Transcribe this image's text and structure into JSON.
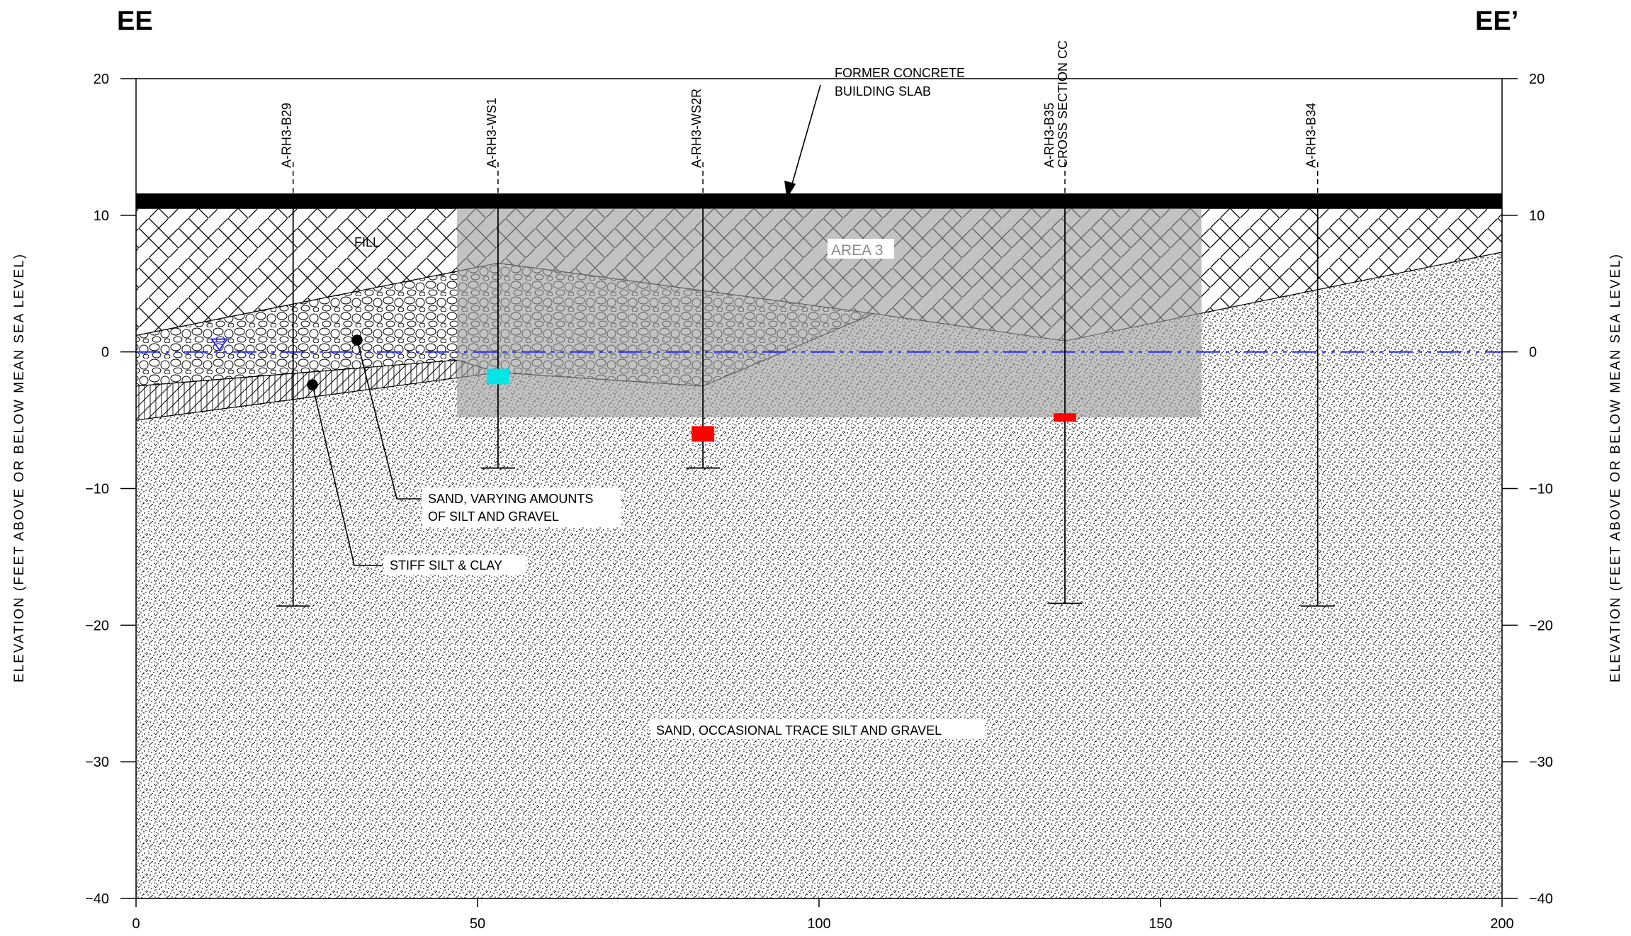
{
  "section": {
    "start_label": "EE",
    "end_label": "EE’"
  },
  "axes": {
    "y_title_left": "ELEVATION (FEET ABOVE OR BELOW MEAN SEA LEVEL)",
    "y_title_right": "ELEVATION (FEET ABOVE OR BELOW MEAN SEA LEVEL)",
    "x_range": [
      0,
      200
    ],
    "y_range": [
      -40,
      20
    ],
    "x_ticks": [
      "0",
      "50",
      "100",
      "150",
      "200"
    ],
    "y_ticks": [
      "20",
      "10",
      "0",
      "−10",
      "−20",
      "−30",
      "−40"
    ]
  },
  "borings": [
    {
      "label": "A-RH3-B29",
      "x": 23,
      "bottom": -18.6
    },
    {
      "label": "A-RH3-WS1",
      "x": 53,
      "bottom": -8.5
    },
    {
      "label": "A-RH3-WS2R",
      "x": 83,
      "bottom": -8.5
    },
    {
      "label": "A-RH3-B35",
      "label2": "CROSS SECTION CC",
      "x": 136,
      "bottom": -18.4
    },
    {
      "label": "A-RH3-B34",
      "x": 173,
      "bottom": -18.6
    }
  ],
  "layers": {
    "fill": "FILL",
    "area": "AREA 3",
    "sand_silt_gravel_1": "SAND, VARYING AMOUNTS",
    "sand_silt_gravel_2": "OF SILT AND GRAVEL",
    "stiff_silt_clay": "STIFF SILT & CLAY",
    "sand_trace": "SAND, OCCASIONAL TRACE SILT AND GRAVEL"
  },
  "slab_callout": {
    "line1": "FORMER CONCRETE",
    "line2": "BUILDING SLAB"
  },
  "samples": [
    {
      "x": 53,
      "elevation": -1.8,
      "color": "#00e5e5"
    },
    {
      "x": 83,
      "elevation": -6.0,
      "color": "#ff0000"
    },
    {
      "x": 136,
      "elevation": -4.8,
      "color": "#ff0000"
    }
  ],
  "colors": {
    "water_table": "#2b2bff",
    "area_shading": "#9c9c9c",
    "slab": "#000000"
  }
}
